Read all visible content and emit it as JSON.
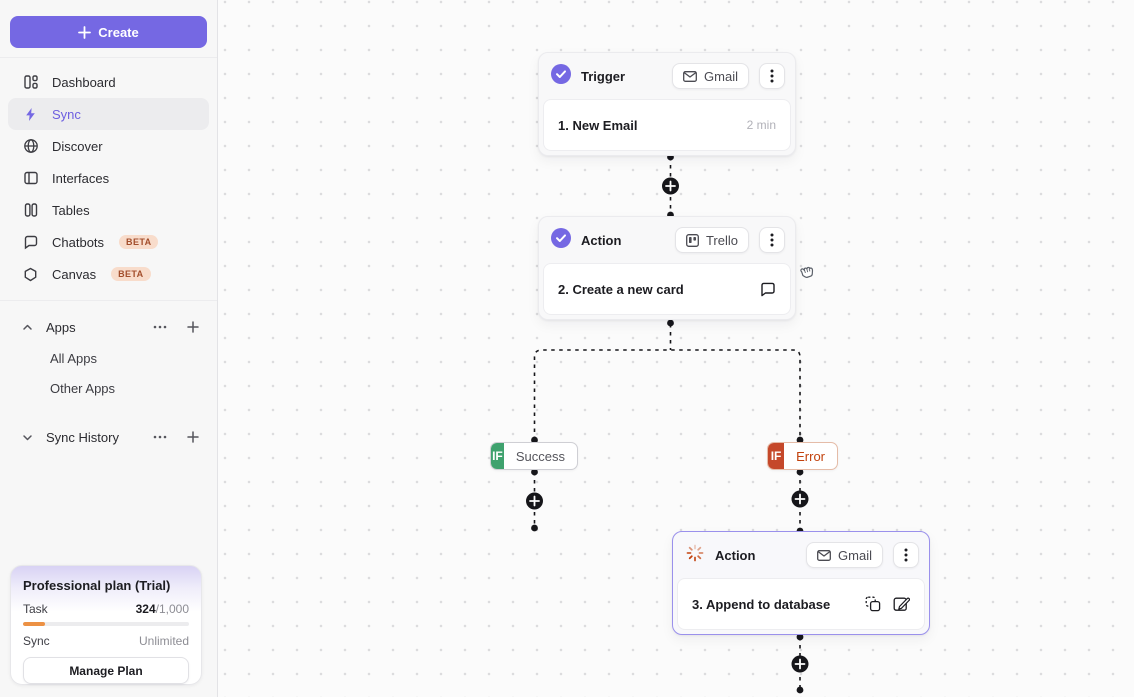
{
  "sidebar": {
    "create_label": "Create",
    "nav": [
      {
        "label": "Dashboard",
        "icon": "dashboard-icon",
        "active": false
      },
      {
        "label": "Sync",
        "icon": "sync-bolt-icon",
        "active": true
      },
      {
        "label": "Discover",
        "icon": "globe-icon",
        "active": false
      },
      {
        "label": "Interfaces",
        "icon": "panel-icon",
        "active": false
      },
      {
        "label": "Tables",
        "icon": "columns-icon",
        "active": false
      },
      {
        "label": "Chatbots",
        "icon": "chat-bubble-icon",
        "active": false,
        "badge": "BETA"
      },
      {
        "label": "Canvas",
        "icon": "hexagon-icon",
        "active": false,
        "badge": "BETA"
      }
    ],
    "sections": [
      {
        "label": "Apps",
        "expanded": true,
        "children": [
          "All Apps",
          "Other Apps"
        ]
      },
      {
        "label": "Sync History",
        "expanded": false,
        "children": []
      }
    ],
    "plan_card": {
      "title": "Professional plan (Trial)",
      "task_label": "Task",
      "task_used": "324",
      "task_total": "/1,000",
      "task_fill_percent_visual": 13,
      "sync_label": "Sync",
      "sync_value": "Unlimited",
      "manage_button": "Manage Plan"
    }
  },
  "canvas": {
    "nodes": [
      {
        "type_label": "Trigger",
        "app": "Gmail",
        "app_icon": "envelope-icon",
        "status_icon": "check-circle-icon",
        "step": "1. New Email",
        "meta": "2 min"
      },
      {
        "type_label": "Action",
        "app": "Trello",
        "app_icon": "trello-icon",
        "status_icon": "check-circle-icon",
        "step": "2. Create a new card"
      },
      {
        "type_label": "Action",
        "app": "Gmail",
        "app_icon": "envelope-icon",
        "status_icon": "spinner-icon",
        "step": "3. Append to database",
        "selected": true
      }
    ],
    "branches": [
      {
        "condition": "IF",
        "label": "Success",
        "color": "#3fa26e"
      },
      {
        "condition": "IF",
        "label": "Error",
        "color": "#c5482a"
      }
    ]
  },
  "colors": {
    "accent_purple": "#7568e3",
    "selected_node_border": "#9a90ec",
    "success_green": "#3fa26e",
    "error_red": "#c5482a",
    "error_text": "#c2410c",
    "progress_orange": "#ec9144",
    "beta_badge_bg": "#f8dccb",
    "beta_badge_text": "#a34e2c",
    "connector_black": "#16161a",
    "canvas_dot": "#dcdcde"
  }
}
